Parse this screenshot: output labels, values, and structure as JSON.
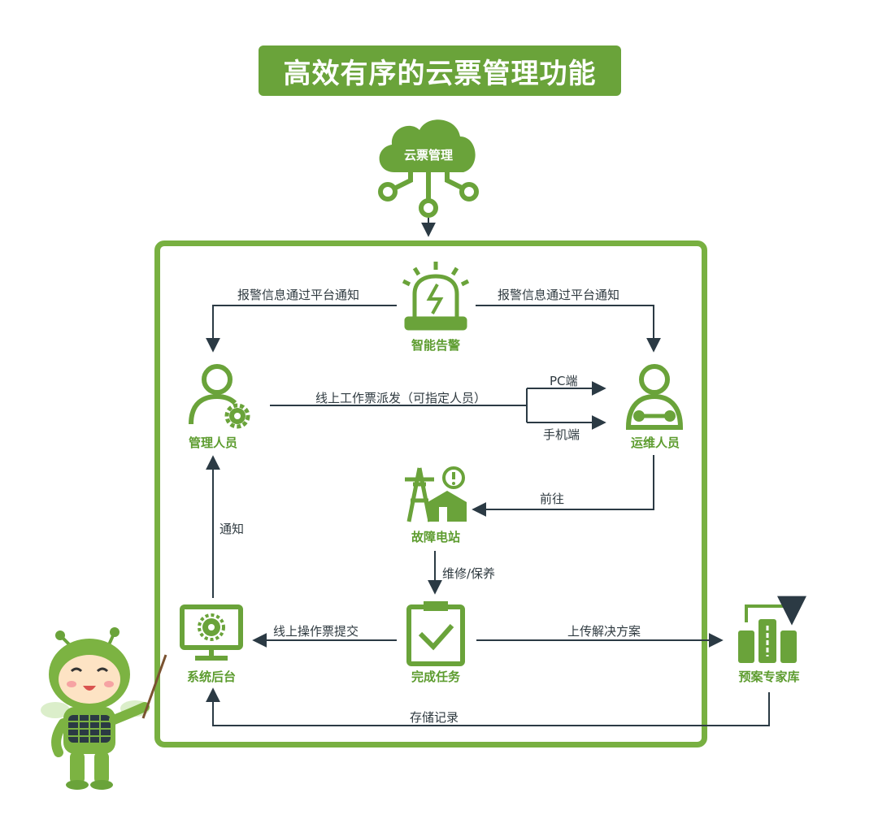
{
  "title": "高效有序的云票管理功能",
  "colors": {
    "green": "#6aa33a",
    "frame": "#78b041",
    "line": "#2b3a44"
  },
  "cloud": {
    "label": "云票管理",
    "icon": "cloud-network-icon"
  },
  "nodes": {
    "alarm": {
      "label": "智能告警",
      "icon": "alarm-light-icon"
    },
    "manager": {
      "label": "管理人员",
      "icon": "user-gear-icon"
    },
    "operator": {
      "label": "运维人员",
      "icon": "worker-wrench-icon"
    },
    "station": {
      "label": "故障电站",
      "icon": "power-tower-warning-icon"
    },
    "task": {
      "label": "完成任务",
      "icon": "clipboard-check-icon"
    },
    "backend": {
      "label": "系统后台",
      "icon": "monitor-gear-icon"
    },
    "library": {
      "label": "预案专家库",
      "icon": "library-bars-icon"
    }
  },
  "edges": {
    "alarm_to_manager": "报警信息通过平台通知",
    "alarm_to_operator": "报警信息通过平台通知",
    "dispatch": "线上工作票派发（可指定人员）",
    "pc": "PC端",
    "mobile": "手机端",
    "goto": "前往",
    "maintain": "维修/保养",
    "submit": "线上操作票提交",
    "upload": "上传解决方案",
    "store": "存储记录",
    "notify": "通知"
  }
}
